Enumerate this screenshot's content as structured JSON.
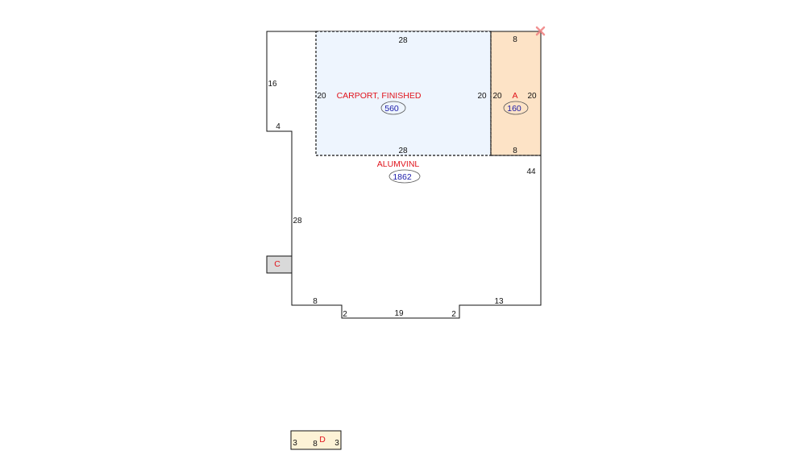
{
  "colors": {
    "outline": "#111111",
    "carport_fill": "#eef5fe",
    "section_a_fill": "#fde3c6",
    "section_c_fill": "#d9d9d9",
    "section_d_fill": "#fdf3d6",
    "label_red": "#e0141c",
    "area_blue": "#1a1aa8",
    "marker": "#f08080"
  },
  "main": {
    "label": "ALUMVINL",
    "area": "1862",
    "dims": {
      "left_upper": "16",
      "step": "4",
      "left_lower": "28",
      "bottom_left": "8",
      "notch_left": "2",
      "notch_bottom": "19",
      "notch_right": "2",
      "bottom_right": "13",
      "right": "44"
    }
  },
  "carport": {
    "label": "CARPORT, FINISHED",
    "area": "560",
    "dims": {
      "top": "28",
      "bottom": "28",
      "left": "20",
      "right": "20"
    }
  },
  "section_a": {
    "label": "A",
    "area": "160",
    "dims": {
      "top": "8",
      "bottom": "8",
      "left": "20",
      "right": "20"
    }
  },
  "section_c": {
    "label": "C"
  },
  "section_d": {
    "label": "D",
    "dims": {
      "left": "3",
      "bottom": "8",
      "right": "3"
    }
  },
  "icons": {
    "corner_marker": "x-marker-icon"
  }
}
